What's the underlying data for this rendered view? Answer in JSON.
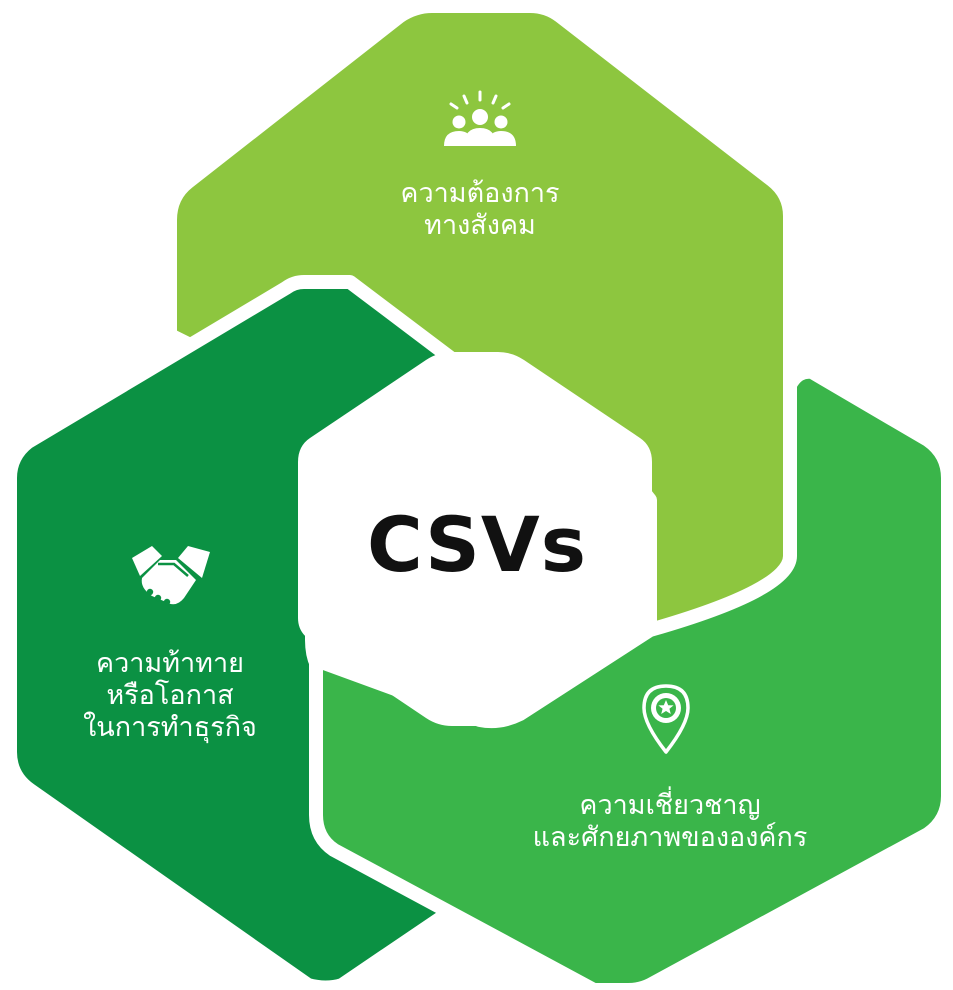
{
  "colors": {
    "social_needs": "#8dc63f",
    "business_challenges": "#0b9143",
    "expertise": "#3ab54a",
    "center_text": "#111111",
    "background": "#ffffff"
  },
  "center": {
    "label": "CSVs"
  },
  "segments": [
    {
      "id": "social-needs",
      "icon": "people-icon",
      "lines": [
        "ความต้องการ",
        "ทางสังคม"
      ]
    },
    {
      "id": "business-challenges",
      "icon": "handshake-icon",
      "lines": [
        "ความท้าทาย",
        "หรือโอกาส",
        "ในการทำธุรกิจ"
      ]
    },
    {
      "id": "expertise",
      "icon": "location-badge-icon",
      "lines": [
        "ความเชี่ยวชาญ",
        "และศักยภาพขององค์กร"
      ]
    }
  ]
}
